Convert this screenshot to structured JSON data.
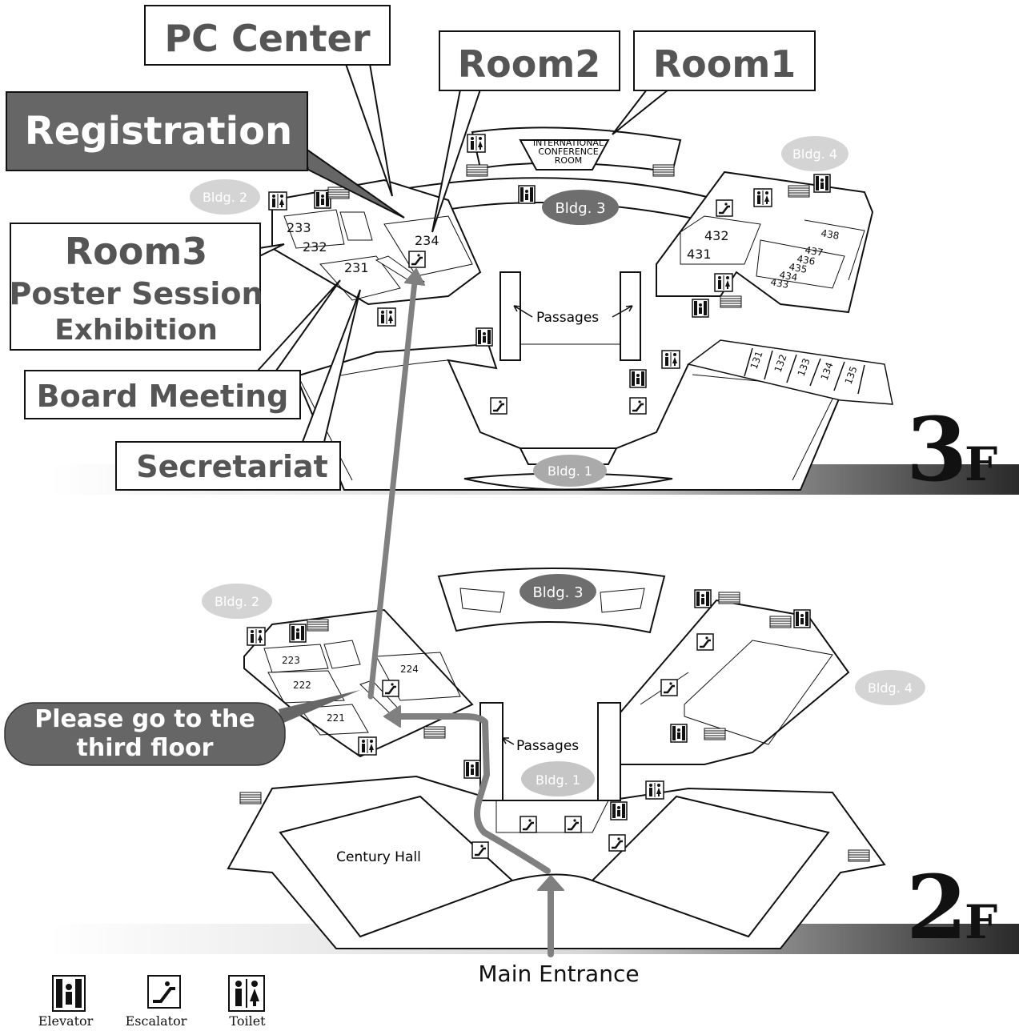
{
  "floor3": {
    "label_number": "3",
    "label_suffix": "F",
    "callouts": {
      "pc_center": "PC Center",
      "room2": "Room2",
      "room1": "Room1",
      "registration": "Registration",
      "room3_line1": "Room3",
      "room3_line2": "Poster Session",
      "room3_line3": "Exhibition",
      "board_meeting": "Board Meeting",
      "secretariat": "Secretariat"
    },
    "rooms": {
      "r233": "233",
      "r232": "232",
      "r231": "231",
      "r234": "234",
      "r432": "432",
      "r431": "431",
      "r438": "438",
      "r437": "437",
      "r436": "436",
      "r435": "435",
      "r434": "434",
      "r433": "433",
      "r131": "131",
      "r132": "132",
      "r133": "133",
      "r134": "134",
      "r135": "135"
    },
    "icr_line1": "INTERNATIONAL",
    "icr_line2": "CONFERENCE",
    "icr_line3": "ROOM",
    "passages": "Passages",
    "bldg2": "Bldg. 2",
    "bldg3": "Bldg. 3",
    "bldg4": "Bldg. 4",
    "bldg1": "Bldg. 1"
  },
  "floor2": {
    "label_number": "2",
    "label_suffix": "F",
    "rooms": {
      "r223": "223",
      "r222": "222",
      "r221": "221",
      "r224": "224"
    },
    "century_hall": "Century Hall",
    "passages": "Passages",
    "bldg2": "Bldg. 2",
    "bldg3": "Bldg. 3",
    "bldg4": "Bldg. 4",
    "bldg1": "Bldg. 1",
    "instruction_line1": "Please go to the",
    "instruction_line2": "third floor",
    "main_entrance": "Main Entrance"
  },
  "legend": {
    "elevator": "Elevator",
    "escalator": "Escalator",
    "toilet": "Toilet"
  },
  "colors": {
    "route": "#808080",
    "callout_dark": "#666666",
    "bldg_dark": "#6e6e6e",
    "bldg_light": "#d4d4d4"
  },
  "icons": {
    "elevator": "elevator-icon",
    "escalator": "escalator-icon",
    "toilet": "toilet-icon"
  }
}
